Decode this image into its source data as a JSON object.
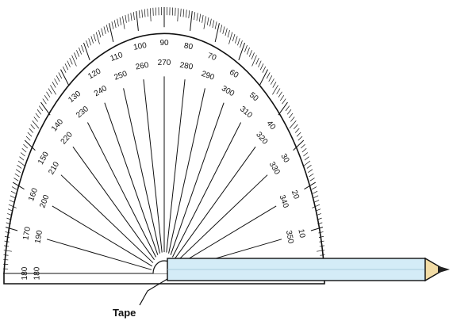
{
  "protractor": {
    "outer_labels": [
      "10",
      "20",
      "30",
      "40",
      "50",
      "60",
      "70",
      "80",
      "90",
      "100",
      "110",
      "120",
      "130",
      "140",
      "150",
      "160",
      "170",
      "180"
    ],
    "inner_labels": [
      "350",
      "340",
      "330",
      "320",
      "310",
      "300",
      "290",
      "280",
      "270",
      "260",
      "250",
      "240",
      "230",
      "220",
      "210",
      "200",
      "190",
      "180"
    ]
  },
  "pencil": {
    "body_color": "#d4ecf7",
    "wood_color": "#f2dca6",
    "lead_color": "#222222"
  },
  "callout": {
    "label": "Tape"
  }
}
